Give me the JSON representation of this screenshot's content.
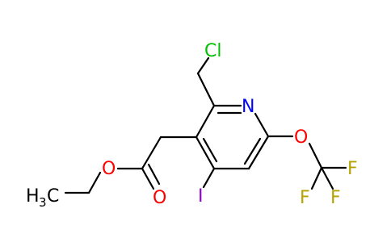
{
  "molecule": {
    "atoms": {
      "cl": {
        "text": "Cl",
        "color": "#00C000"
      },
      "n": {
        "text": "N",
        "color": "#0000FF"
      },
      "o_ether": {
        "text": "O",
        "color": "#FF0000"
      },
      "o_carbonyl": {
        "text": "O",
        "color": "#FF0000"
      },
      "o_ocf3": {
        "text": "O",
        "color": "#FF0000"
      },
      "f_top": {
        "text": "F",
        "color": "#B3A200"
      },
      "f_right": {
        "text": "F",
        "color": "#B3A200"
      },
      "f_bottom": {
        "text": "F",
        "color": "#B3A200"
      },
      "i": {
        "text": "I",
        "color": "#9400D3"
      },
      "ch3": {
        "main": "H",
        "sub": "3",
        "tail": "C",
        "color": "#000000"
      }
    }
  }
}
